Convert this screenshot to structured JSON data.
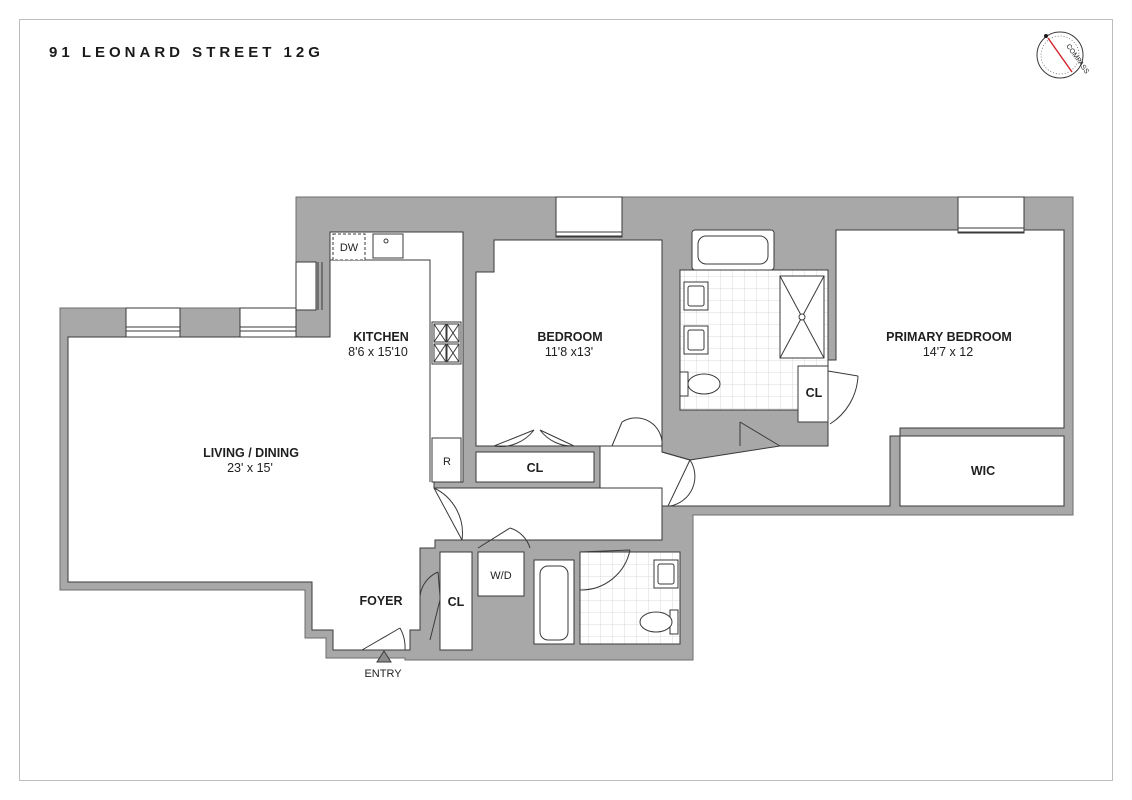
{
  "title": "91 LEONARD STREET 12G",
  "compass": {
    "text": "COMPASS",
    "needle_color": "#d2232a"
  },
  "rooms": {
    "kitchen": {
      "name": "KITCHEN",
      "dims": "8'6 x 15'10"
    },
    "bedroom": {
      "name": "BEDROOM",
      "dims": "11'8 x13'"
    },
    "primary_bedroom": {
      "name": "PRIMARY BEDROOM",
      "dims": "14'7 x 12"
    },
    "living_dining": {
      "name": "LIVING / DINING",
      "dims": "23' x 15'"
    },
    "foyer": {
      "name": "FOYER"
    }
  },
  "labels": {
    "dw": "DW",
    "refrigerator": "R",
    "bedroom_closet": "CL",
    "bath_closet": "CL",
    "foyer_closet": "CL",
    "wic": "WIC",
    "washer_dryer": "W/D",
    "entry": "ENTRY"
  },
  "colors": {
    "wall": "#a8a8a8",
    "floor": "#ffffff",
    "line": "#3a3a3a",
    "tile": "#cfcfcf"
  }
}
